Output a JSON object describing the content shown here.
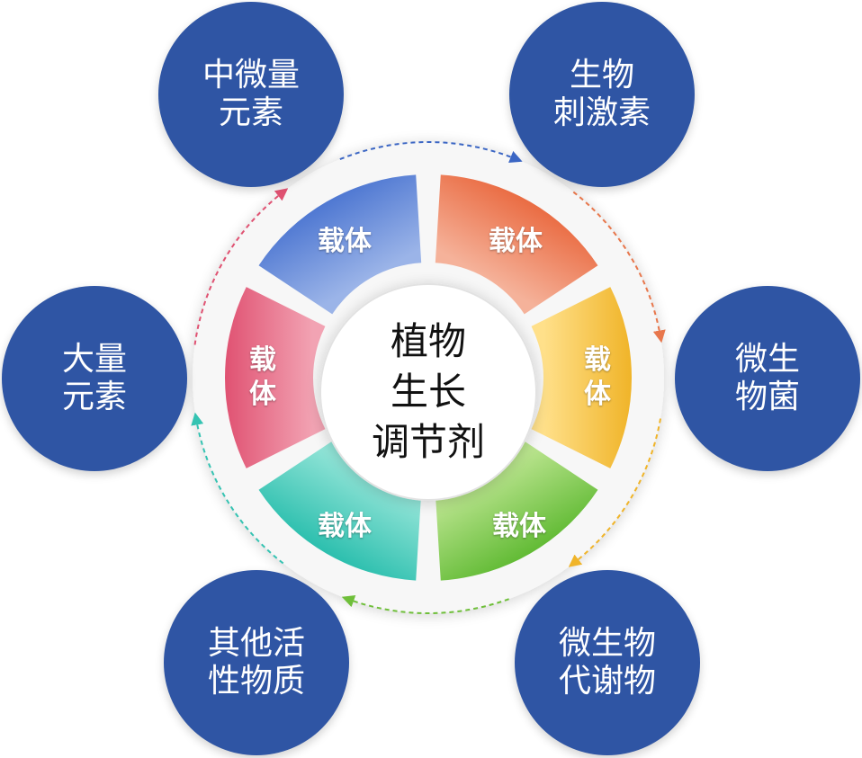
{
  "center": {
    "lines": [
      "植物",
      "生长",
      "调节剂"
    ]
  },
  "segments": [
    {
      "id": "top-left",
      "label": "载体",
      "color_from": "#9bb4e8",
      "color_to": "#4f78d2"
    },
    {
      "id": "top-right",
      "label": "载体",
      "color_from": "#f5b29a",
      "color_to": "#ea6c43"
    },
    {
      "id": "right",
      "label": "载体",
      "color_from": "#ffe08a",
      "color_to": "#f0b429"
    },
    {
      "id": "bottom-right",
      "label": "载体",
      "color_from": "#b8e38c",
      "color_to": "#62bb35"
    },
    {
      "id": "bottom-left",
      "label": "载体",
      "color_from": "#8fe3d6",
      "color_to": "#2cbfae"
    },
    {
      "id": "left",
      "label": "载体",
      "color_from": "#f2a3b3",
      "color_to": "#e05272"
    }
  ],
  "nodes": [
    {
      "id": "trace-elements",
      "lines": [
        "中微量",
        "元素"
      ]
    },
    {
      "id": "bio-stimulants",
      "lines": [
        "生物",
        "刺激素"
      ]
    },
    {
      "id": "microbes",
      "lines": [
        "微生",
        "物菌"
      ]
    },
    {
      "id": "microbial-metabolites",
      "lines": [
        "微生物",
        "代谢物"
      ]
    },
    {
      "id": "other-active",
      "lines": [
        "其他活",
        "性物质"
      ]
    },
    {
      "id": "macro-elements",
      "lines": [
        "大量",
        "元素"
      ]
    }
  ],
  "colors": {
    "node_fill": "#2f55a4",
    "ring_bg": "#f7f7f7",
    "center_fill": "#ffffff"
  }
}
